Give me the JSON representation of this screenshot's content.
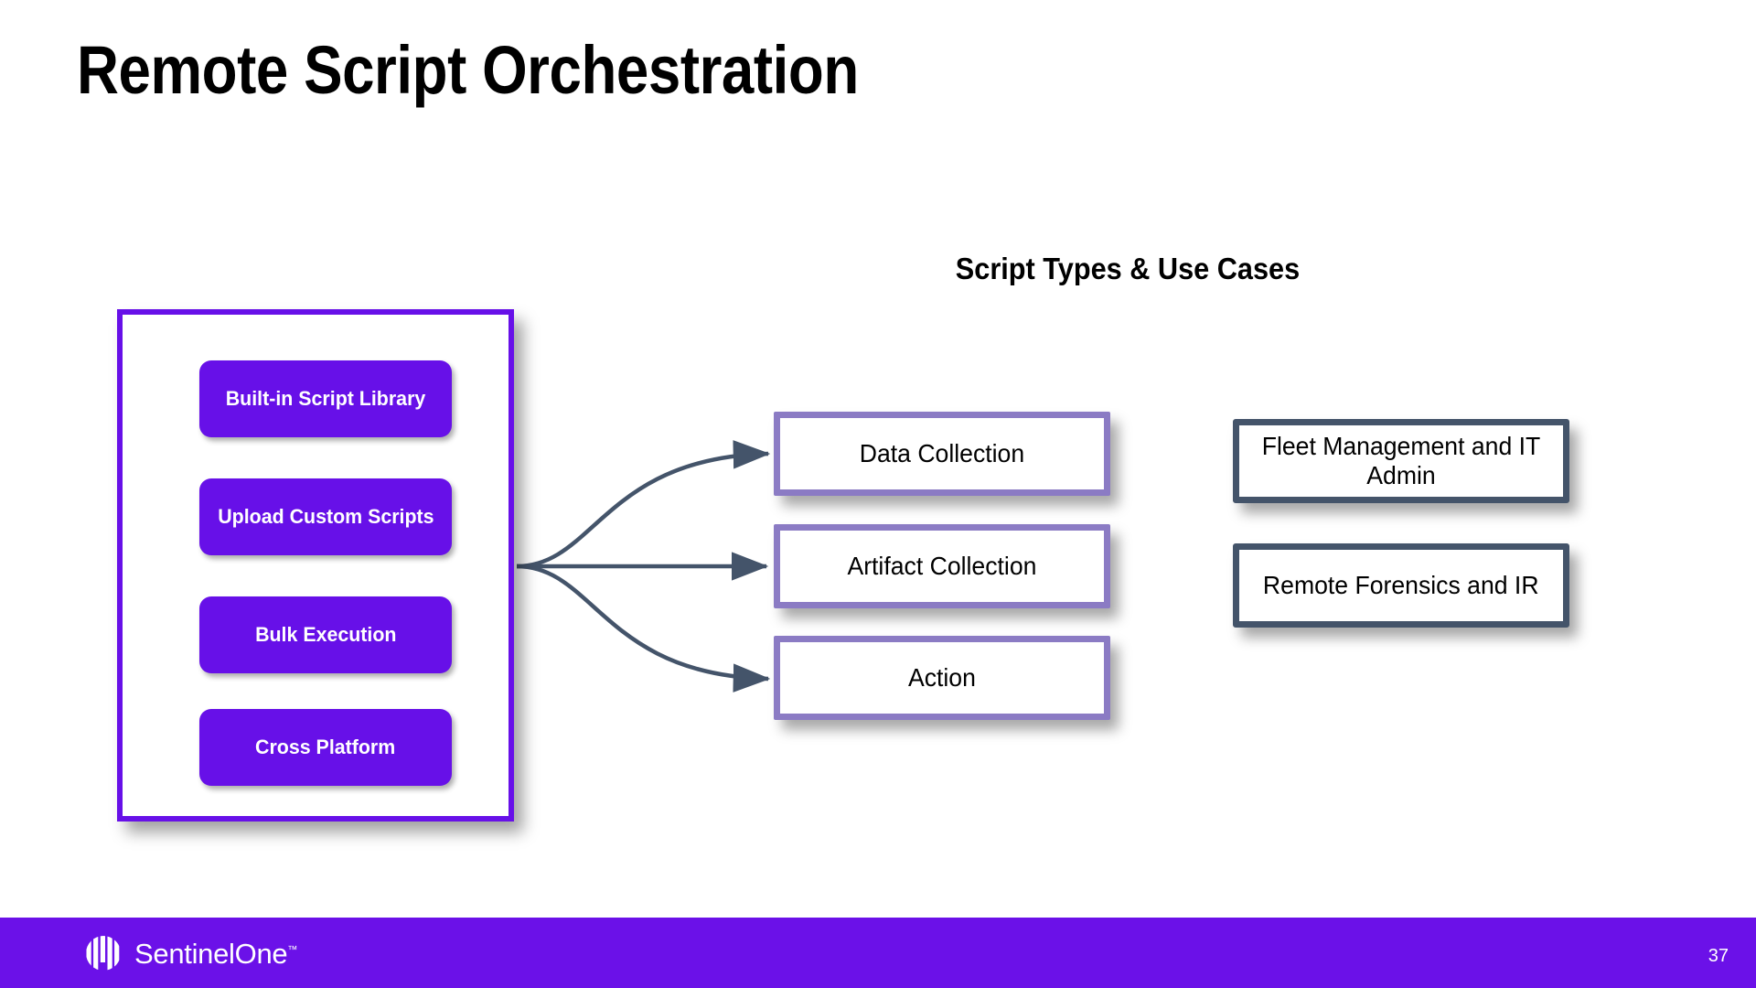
{
  "slide": {
    "title": "Remote Script Orchestration",
    "page_number": "37",
    "background_color": "#ffffff"
  },
  "section": {
    "heading": "Script Types & Use Cases"
  },
  "capabilities_panel": {
    "border_color": "#6710E8",
    "pill_color": "#6710E8",
    "items": [
      {
        "label": "Built-in Script Library"
      },
      {
        "label": "Upload Custom Scripts"
      },
      {
        "label": "Bulk Execution"
      },
      {
        "label": "Cross Platform"
      }
    ]
  },
  "script_types": {
    "border_color": "#8B7BC4",
    "items": [
      {
        "label": "Data Collection"
      },
      {
        "label": "Artifact Collection"
      },
      {
        "label": "Action"
      }
    ]
  },
  "use_cases": {
    "border_color": "#44546A",
    "items": [
      {
        "label": "Fleet Management and IT Admin"
      },
      {
        "label": "Remote Forensics and IR"
      }
    ]
  },
  "connectors": {
    "color": "#44546A",
    "count": 3
  },
  "footer": {
    "background_color": "#6B11E8",
    "brand_name": "SentinelOne",
    "trademark": "™",
    "logo_icon": "sentinelone-logo-icon",
    "page_number": "37"
  }
}
